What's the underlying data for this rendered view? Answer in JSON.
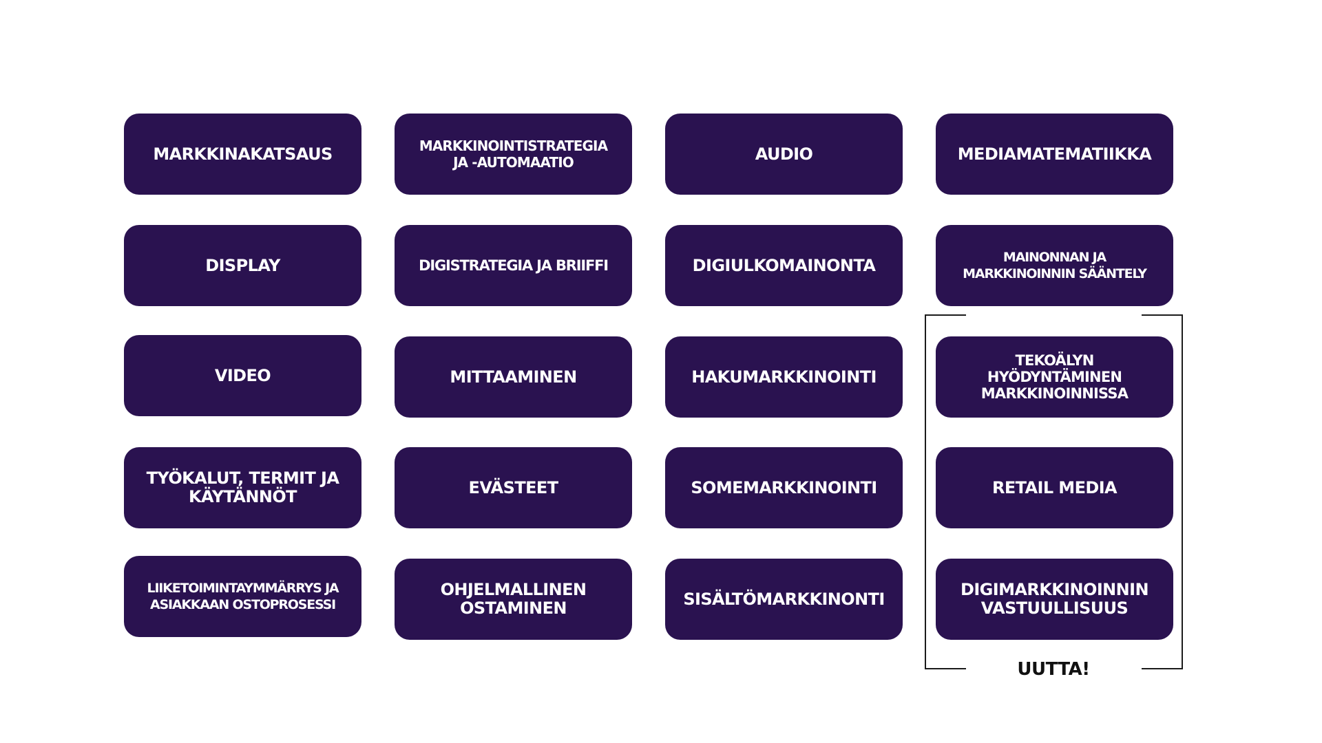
{
  "colors": {
    "tile_bg": "#2a1250",
    "tile_text": "#ffffff",
    "bracket": "#1a1a1a"
  },
  "columns": [
    {
      "tiles": [
        {
          "label": "MARKKINAKATSAUS"
        },
        {
          "label": "DISPLAY"
        },
        {
          "label": "VIDEO"
        },
        {
          "label": "TYÖKALUT, TERMIT JA\nKÄYTÄNNÖT"
        },
        {
          "label": "LIIKETOIMINTAYMMÄRRYS JA\nASIAKKAAN OSTOPROSESSI"
        }
      ]
    },
    {
      "tiles": [
        {
          "label": "MARKKINOINTISTRATEGIA\nJA -AUTOMAATIO"
        },
        {
          "label": "DIGISTRATEGIA JA BRIIFFI"
        },
        {
          "label": "MITTAAMINEN"
        },
        {
          "label": "EVÄSTEET"
        },
        {
          "label": "OHJELMALLINEN\nOSTAMINEN"
        }
      ]
    },
    {
      "tiles": [
        {
          "label": "AUDIO"
        },
        {
          "label": "DIGIULKOMAINONTA"
        },
        {
          "label": "HAKUMARKKINOINTI"
        },
        {
          "label": "SOMEMARKKINOINTI"
        },
        {
          "label": "SISÄLTÖMARKKINONTI"
        }
      ]
    },
    {
      "tiles": [
        {
          "label": "MEDIAMATEMATIIKKA"
        },
        {
          "label": "MAINONNAN JA\nMARKKINOINNIN SÄÄNTELY"
        },
        {
          "label": "TEKOÄLYN\nHYÖDYNTÄMINEN\nMARKKINOINNISSA"
        },
        {
          "label": "RETAIL MEDIA"
        },
        {
          "label": "DIGIMARKKINOINNIN\nVASTUULLISUUS"
        }
      ]
    }
  ],
  "new_section_label": "UUTTA!"
}
